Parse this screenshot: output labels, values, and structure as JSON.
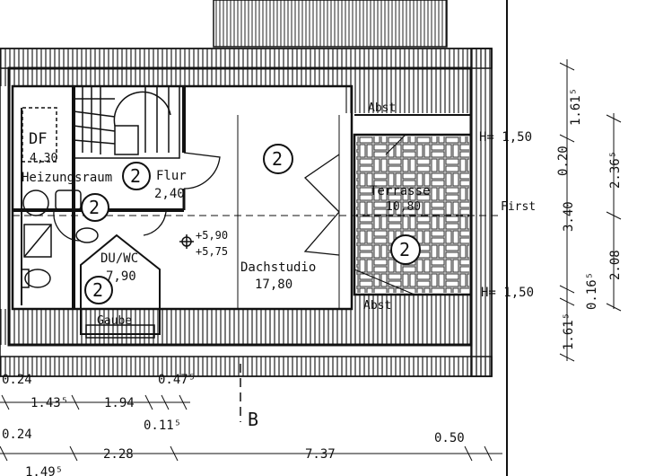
{
  "rooms": {
    "df": {
      "name": "DF",
      "area": "4,30"
    },
    "heizung": {
      "name": "Heizungsraum"
    },
    "flur": {
      "name": "Flur",
      "area": "2,40"
    },
    "duwc": {
      "name": "DU/WC",
      "area": "7,90"
    },
    "gaube": {
      "name": "Gaube"
    },
    "dachstudio": {
      "name": "Dachstudio",
      "area": "17,80"
    },
    "terrasse": {
      "name": "Terrasse",
      "area": "10,80"
    }
  },
  "room_number": "2",
  "labels": {
    "abst_top": "Abst",
    "abst_bottom": "Abst",
    "first": "First",
    "h_top": "H= 1,50",
    "h_bottom": "H= 1,50",
    "level_top": "+5,90",
    "level_bottom": "+5,75",
    "section": "B"
  },
  "dims_bottom": {
    "r1_a": "0.24",
    "r1_b": "0.47⁵",
    "r2_a": "1.43⁵",
    "r2_b": "1.94",
    "r3_a": "0.24",
    "r3_b": "0.11⁵",
    "r4_a": "2.28",
    "r4_b": "7.37",
    "r4_c": "0.50",
    "r5_a": "1.49⁵"
  },
  "dims_right": {
    "c1_a": "1.61⁵",
    "c1_b": "0.20",
    "c1_c": "3.40",
    "c1_d": "0.16⁵",
    "c1_e": "1.61⁵",
    "c2_a": "2.36⁵",
    "c2_b": "2.08"
  }
}
